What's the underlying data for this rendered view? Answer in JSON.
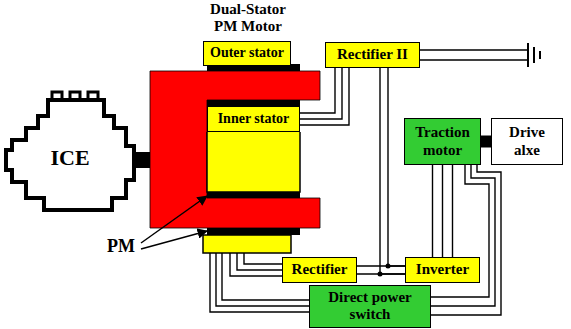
{
  "diagram": {
    "nodes": [
      {
        "text": [
          "ICE"
        ]
      },
      {
        "text": [
          "Outer stator"
        ]
      },
      {
        "text": [
          "Inner stator"
        ]
      },
      {
        "text": [
          "Rectifier II"
        ]
      },
      {
        "text": [
          "Traction motor"
        ]
      },
      {
        "text": [
          "Drive alxe"
        ]
      },
      {
        "text": [
          "Rectifier"
        ]
      },
      {
        "text": [
          "Inverter"
        ]
      },
      {
        "text": [
          "Direct power switch"
        ]
      }
    ],
    "edges": [
      {
        "from": 2,
        "to": 3,
        "arrow": "none"
      },
      {
        "from": 1,
        "to": 6,
        "arrow": "none"
      },
      {
        "from": 1,
        "to": 8,
        "arrow": "none"
      },
      {
        "from": 6,
        "to": 7,
        "arrow": "none"
      },
      {
        "from": 3,
        "to": 7,
        "arrow": "none"
      },
      {
        "from": 7,
        "to": 4,
        "arrow": "none"
      },
      {
        "from": 8,
        "to": 4,
        "arrow": "none"
      },
      {
        "from": 4,
        "to": 5,
        "arrow": "none"
      }
    ],
    "labels": [
      "Dual-Stator PM Motor",
      "PM"
    ]
  }
}
